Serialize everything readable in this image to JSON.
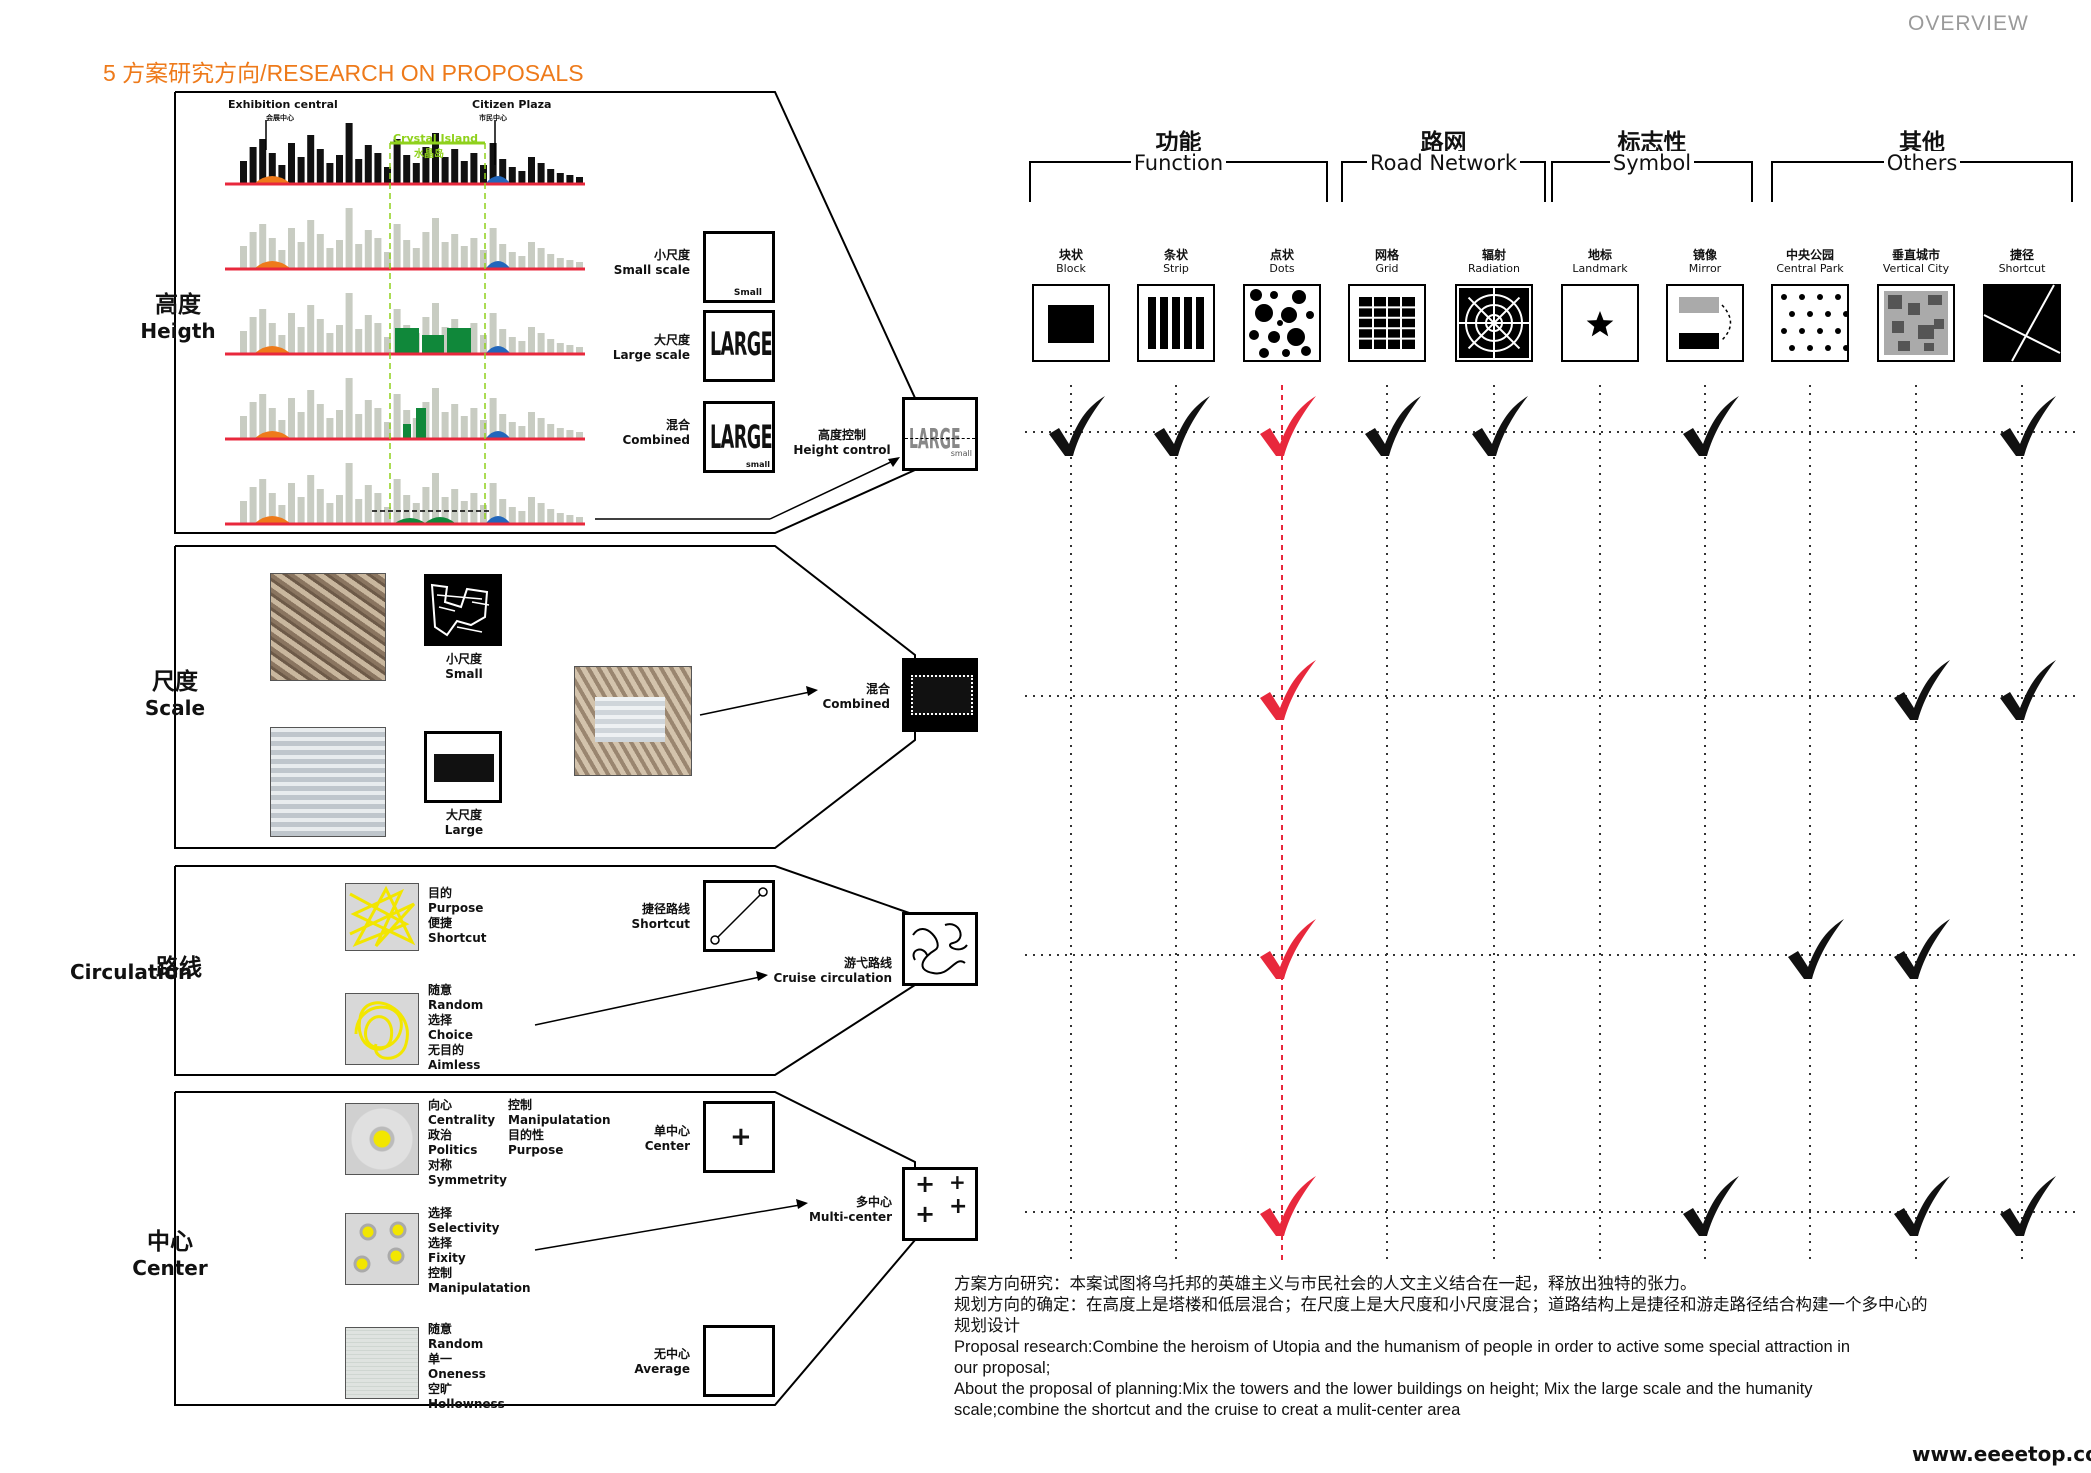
{
  "header": {
    "overview": "OVERVIEW",
    "title": "5 方案研究方向/RESEARCH ON PROPOSALS",
    "watermark": "www.eeeetop.com"
  },
  "categories": [
    {
      "zh": "高度",
      "en": "Heigth"
    },
    {
      "zh": "尺度",
      "en": "Scale"
    },
    {
      "zh": "路线",
      "en": "Circulation"
    },
    {
      "zh": "中心",
      "en": "Center"
    }
  ],
  "height_panel": {
    "exhibition": "Exhibition central",
    "exhibition_zh": "会展中心",
    "crystal": "Crystal Island",
    "crystal_zh": "水晶岛",
    "citizen": "Citizen Plaza",
    "citizen_zh": "市民中心",
    "small_zh": "小尺度",
    "small_en": "Small scale",
    "small_box": "Small",
    "large_zh": "大尺度",
    "large_en": "Large scale",
    "large_box": "LARGE",
    "combined_zh": "混合",
    "combined_en": "Combined",
    "combined_box_big": "LARGE",
    "combined_box_small": "small",
    "control_zh": "高度控制",
    "control_en": "Height control"
  },
  "scale_panel": {
    "small_zh": "小尺度",
    "small_en": "Small",
    "large_zh": "大尺度",
    "large_en": "Large",
    "mixed_zh": "混合",
    "mixed_en": "Combined"
  },
  "circulation_panel": {
    "purpose_lines": [
      "目的",
      "Purpose",
      "便捷",
      "Shortcut"
    ],
    "random_lines": [
      "随意",
      "Random",
      "选择",
      "Choice",
      "无目的",
      "Aimless"
    ],
    "shortcut_zh": "捷径路线",
    "shortcut_en": "Shortcut",
    "cruise_zh": "游弋路线",
    "cruise_en": "Cruise circulation"
  },
  "center_panel": {
    "a_lines_left": [
      "向心",
      "Centrality",
      "政治",
      "Politics",
      "对称",
      "Symmetrity"
    ],
    "a_lines_right": [
      "控制",
      "Manipulatation",
      "目的性",
      "Purpose"
    ],
    "b_lines": [
      "选择",
      "Selectivity",
      "选择",
      "Fixity",
      "控制",
      "Manipulatation"
    ],
    "c_lines": [
      "随意",
      "Random",
      "单一",
      "Oneness",
      "空旷",
      "Hollowness"
    ],
    "single_zh": "单中心",
    "single_en": "Center",
    "multi_zh": "多中心",
    "multi_en": "Multi-center",
    "none_zh": "无中心",
    "none_en": "Average"
  },
  "matrix": {
    "groups": [
      {
        "zh": "功能",
        "en": "Function"
      },
      {
        "zh": "路网",
        "en": "Road Network"
      },
      {
        "zh": "标志性",
        "en": "Symbol"
      },
      {
        "zh": "其他",
        "en": "Others"
      }
    ],
    "columns": [
      {
        "zh": "块状",
        "en": "Block",
        "icon": "block-icon"
      },
      {
        "zh": "条状",
        "en": "Strip",
        "icon": "strip-icon"
      },
      {
        "zh": "点状",
        "en": "Dots",
        "icon": "dots-icon"
      },
      {
        "zh": "网格",
        "en": "Grid",
        "icon": "grid-icon"
      },
      {
        "zh": "辐射",
        "en": "Radiation",
        "icon": "radiation-icon"
      },
      {
        "zh": "地标",
        "en": "Landmark",
        "icon": "star-icon"
      },
      {
        "zh": "镜像",
        "en": "Mirror",
        "icon": "mirror-icon"
      },
      {
        "zh": "中央公园",
        "en": "Central Park",
        "icon": "park-icon"
      },
      {
        "zh": "垂直城市",
        "en": "Vertical City",
        "icon": "vertical-city-icon"
      },
      {
        "zh": "捷径",
        "en": "Shortcut",
        "icon": "shortcut-icon"
      }
    ],
    "checks": [
      [
        0,
        0,
        "black"
      ],
      [
        0,
        1,
        "black"
      ],
      [
        0,
        2,
        "red"
      ],
      [
        0,
        3,
        "black"
      ],
      [
        0,
        4,
        "black"
      ],
      [
        0,
        6,
        "black"
      ],
      [
        0,
        9,
        "black"
      ],
      [
        1,
        2,
        "red"
      ],
      [
        1,
        8,
        "black"
      ],
      [
        1,
        9,
        "black"
      ],
      [
        2,
        2,
        "red"
      ],
      [
        2,
        7,
        "black"
      ],
      [
        2,
        8,
        "black"
      ],
      [
        3,
        2,
        "red"
      ],
      [
        3,
        6,
        "black"
      ],
      [
        3,
        8,
        "black"
      ],
      [
        3,
        9,
        "black"
      ]
    ],
    "colors": {
      "check": "#111111",
      "check_red": "#e8283c",
      "red_line": "#e8283c"
    }
  },
  "description": [
    "方案方向研究：本案试图将乌托邦的英雄主义与市民社会的人文主义结合在一起，释放出独特的张力。",
    "规划方向的确定：在高度上是塔楼和低层混合；在尺度上是大尺度和小尺度混合；道路结构上是捷径和游走路径结合构建一个多中心的",
    "规划设计",
    "Proposal research:Combine the heroism of Utopia and the humanism of people in order to active some special attraction in",
    "our proposal;",
    "About the proposal of planning:Mix the towers and the lower buildings on height; Mix the large scale and the  humanity",
    "scale;combine the shortcut and the cruise to creat a mulit-center area"
  ],
  "colors": {
    "accent": "#ee7a1a",
    "skyline_red": "#e8283c",
    "green": "#8fd11c",
    "dark_green": "#10883a",
    "yellow": "#f2e600"
  }
}
